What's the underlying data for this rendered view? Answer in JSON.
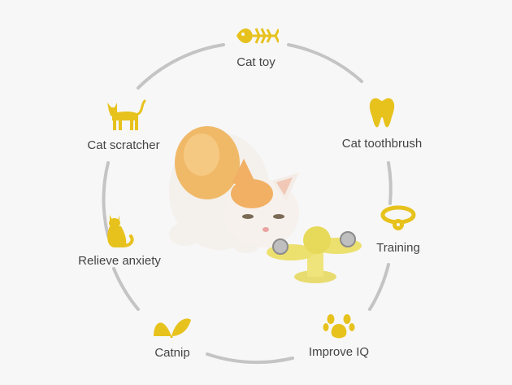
{
  "colors": {
    "accent": "#e7c21d",
    "ring": "#c4c4c4",
    "text": "#444444",
    "background": "#f7f7f7"
  },
  "features": [
    {
      "label": "Cat toy",
      "icon": "fish-bone-icon"
    },
    {
      "label": "Cat toothbrush",
      "icon": "tooth-icon"
    },
    {
      "label": "Training",
      "icon": "cat-collar-icon"
    },
    {
      "label": "Improve IQ",
      "icon": "paw-print-icon"
    },
    {
      "label": "Catnip",
      "icon": "leaf-icon"
    },
    {
      "label": "Relieve anxiety",
      "icon": "sitting-cat-icon"
    },
    {
      "label": "Cat scratcher",
      "icon": "walking-cat-icon"
    }
  ],
  "photo": {
    "subject": "kitten-with-windmill-toy"
  }
}
